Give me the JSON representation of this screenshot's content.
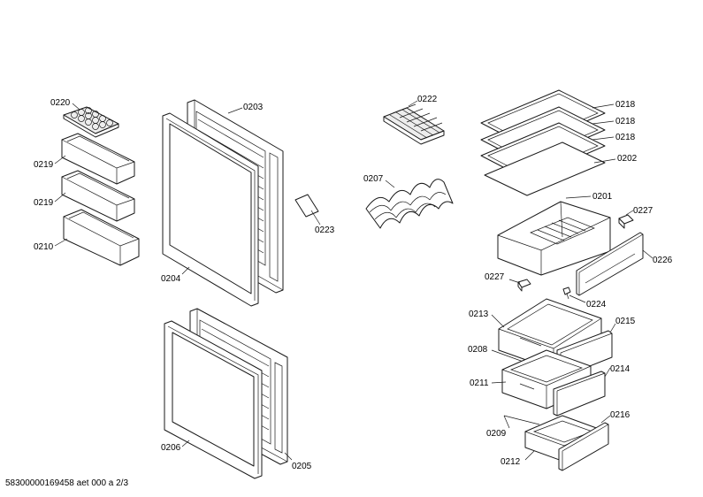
{
  "labels": {
    "p0220": "0220",
    "p0219a": "0219",
    "p0219b": "0219",
    "p0210": "0210",
    "p0203": "0203",
    "p0204": "0204",
    "p0223": "0223",
    "p0206": "0206",
    "p0205": "0205",
    "p0222": "0222",
    "p0207": "0207",
    "p0218a": "0218",
    "p0218b": "0218",
    "p0218c": "0218",
    "p0202": "0202",
    "p0201": "0201",
    "p0227a": "0227",
    "p0226": "0226",
    "p0227b": "0227",
    "p0224": "0224",
    "p0213": "0213",
    "p0215": "0215",
    "p0208": "0208",
    "p0214": "0214",
    "p0211": "0211",
    "p0209": "0209",
    "p0216": "0216",
    "p0212": "0212"
  },
  "footer": {
    "text": "58300000169458 aet 000 a 2/3"
  }
}
